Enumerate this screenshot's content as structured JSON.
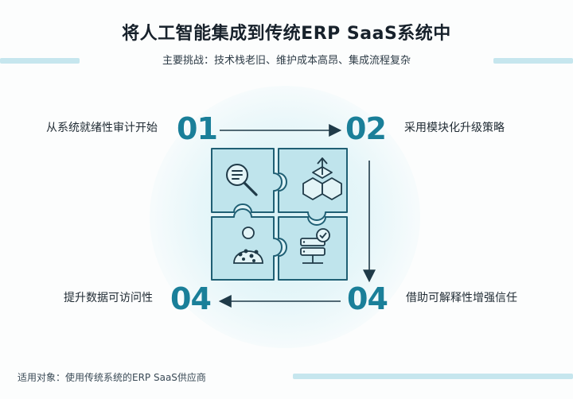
{
  "header": {
    "title": "将人工智能集成到传统ERP SaaS系统中",
    "subtitle": "主要挑战：技术栈老旧、维护成本高昂、集成流程复杂"
  },
  "steps": [
    {
      "number": "01",
      "label": "从系统就绪性审计开始",
      "icon": "document-search-icon"
    },
    {
      "number": "02",
      "label": "采用模块化升级策略",
      "icon": "modular-cubes-icon"
    },
    {
      "number": "04",
      "label": "借助可解释性增强信任",
      "icon": "server-check-icon"
    },
    {
      "number": "04",
      "label": "提升数据可访问性",
      "icon": "user-data-icon"
    }
  ],
  "footer": {
    "text": "适用对象：使用传统系统的ERP SaaS供应商"
  },
  "colors": {
    "accent": "#1a7f99",
    "puzzle_fill": "#bfe4ec",
    "puzzle_stroke": "#1f5f74",
    "stripe": "#c6e6ee"
  }
}
